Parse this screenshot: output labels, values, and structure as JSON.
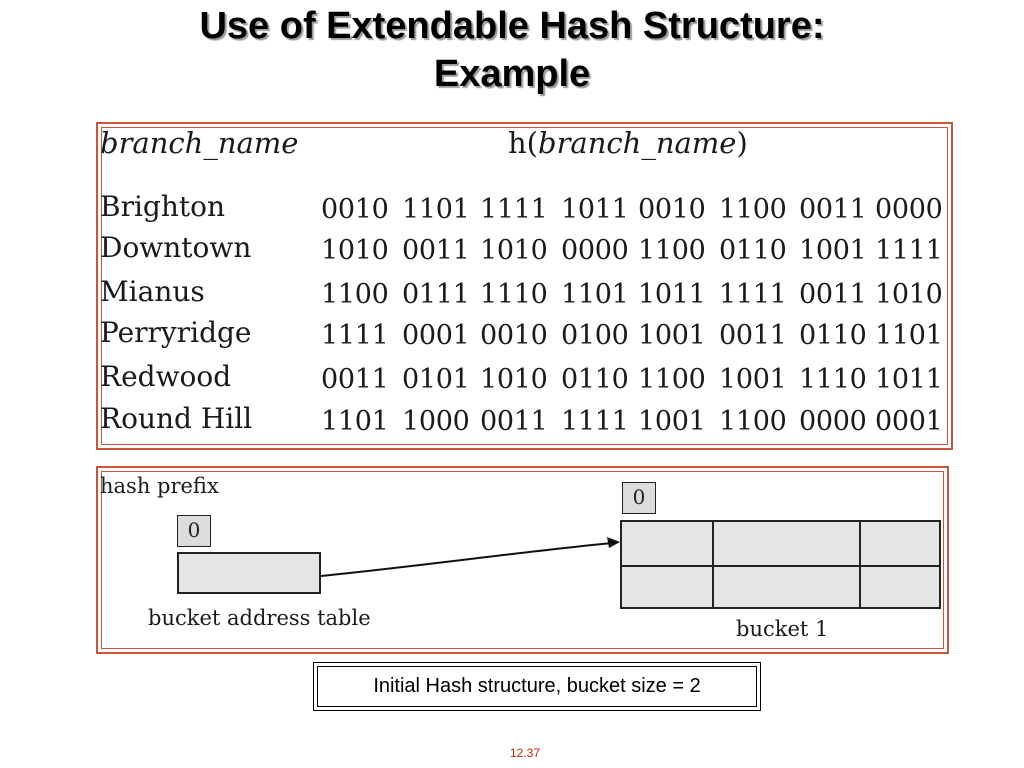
{
  "slide": {
    "title_line1": "Use of Extendable Hash Structure:",
    "title_line2": "Example",
    "slide_number": "12.37"
  },
  "hash_table": {
    "column_branch": "branch_name",
    "column_hash_prefix": "h(",
    "column_hash_arg": "branch_name",
    "column_hash_suffix": ")",
    "rows": [
      {
        "branch": "Brighton",
        "hash": [
          "0010",
          "1101",
          "1111",
          "1011",
          "0010",
          "1100",
          "0011",
          "0000"
        ]
      },
      {
        "branch": "Downtown",
        "hash": [
          "1010",
          "0011",
          "1010",
          "0000",
          "1100",
          "0110",
          "1001",
          "1111"
        ]
      },
      {
        "branch": "Mianus",
        "hash": [
          "1100",
          "0111",
          "1110",
          "1101",
          "1011",
          "1111",
          "0011",
          "1010"
        ]
      },
      {
        "branch": "Perryridge",
        "hash": [
          "1111",
          "0001",
          "0010",
          "0100",
          "1001",
          "0011",
          "0110",
          "1101"
        ]
      },
      {
        "branch": "Redwood",
        "hash": [
          "0011",
          "0101",
          "1010",
          "0110",
          "1100",
          "1001",
          "1110",
          "1011"
        ]
      },
      {
        "branch": "Round Hill",
        "hash": [
          "1101",
          "1000",
          "0011",
          "1111",
          "1001",
          "1100",
          "0000",
          "0001"
        ]
      }
    ]
  },
  "structure": {
    "hash_prefix_label": "hash prefix",
    "global_depth": "0",
    "bucket_address_table_label": "bucket address table",
    "local_depth": "0",
    "bucket_label": "bucket 1"
  },
  "caption": "Initial Hash structure, bucket size = 2",
  "colors": {
    "frame": "#c8553a",
    "slide_number": "#cc2200",
    "cell_fill": "#e5e5e5"
  }
}
